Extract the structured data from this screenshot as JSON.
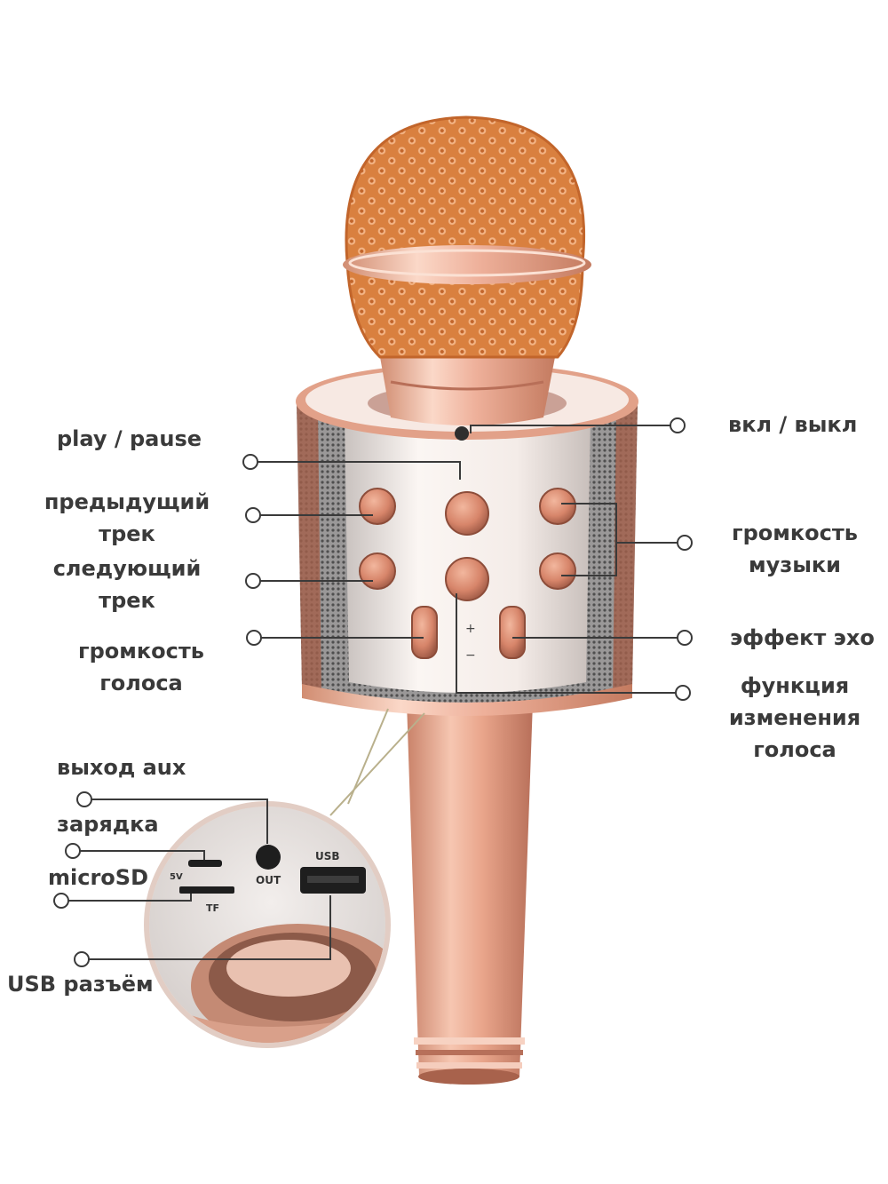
{
  "colors": {
    "rose_gold": "#e8a48a",
    "rose_dark": "#b56a4e",
    "copper": "#d77d45",
    "leader_line": "#3a3a3a",
    "label_text": "#3a3a3a"
  },
  "callouts": {
    "play_pause": "play / pause",
    "prev_track": [
      "предыдущий",
      "трек"
    ],
    "next_track": [
      "следующий",
      "трек"
    ],
    "voice_volume": [
      "громкость",
      "голоса"
    ],
    "power": "вкл / выкл",
    "music_volume": [
      "громкость",
      "музыки"
    ],
    "echo": "эффект эхо",
    "voice_change": [
      "функция",
      "изменения",
      "голоса"
    ],
    "aux_out": "выход aux",
    "charging": "зарядка",
    "microsd": "microSD",
    "usb_port": "USB разъём"
  },
  "inset_markings": {
    "out": "OUT",
    "usb": "USB",
    "tf": "TF",
    "dc5v": "5V"
  }
}
